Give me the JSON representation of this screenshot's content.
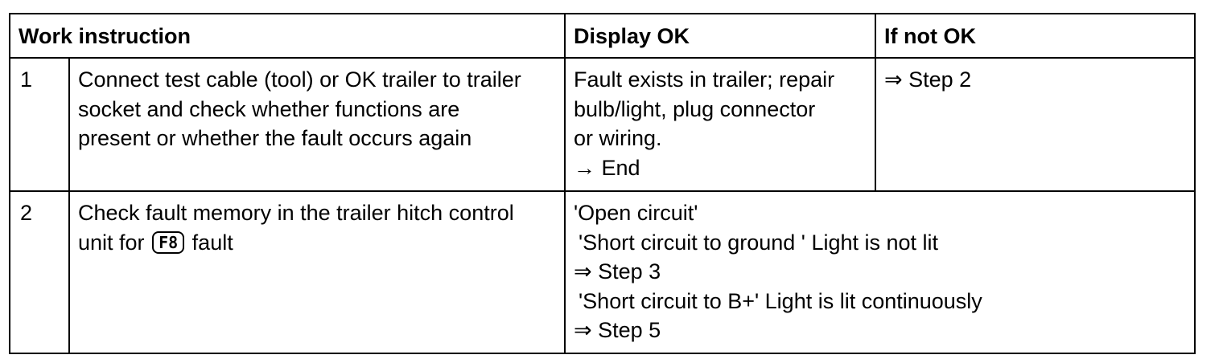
{
  "headers": {
    "work_instruction": "Work instruction",
    "display_ok": "Display OK",
    "if_not_ok": "If not OK"
  },
  "rows": [
    {
      "number": "1",
      "instruction_lines": [
        "Connect test cable (tool) or OK trailer to trailer",
        "socket and check whether functions are",
        "present or whether the fault occurs again"
      ],
      "display_ok_lines": [
        "Fault exists in trailer; repair",
        "bulb/light, plug connector",
        "or wiring.",
        "→ End"
      ],
      "if_not_ok": "⇒ Step 2"
    },
    {
      "number": "2",
      "instruction_line1": "Check fault memory in the trailer hitch control",
      "instruction_line2_prefix": "unit for",
      "instruction_key": "F8",
      "instruction_line2_suffix": "fault",
      "display_ok_lines": [
        "'Open circuit'",
        "'Short circuit to ground ' Light is not lit",
        "⇒ Step 3",
        "'Short circuit to B+' Light is lit continuously",
        "⇒ Step 5"
      ]
    }
  ]
}
